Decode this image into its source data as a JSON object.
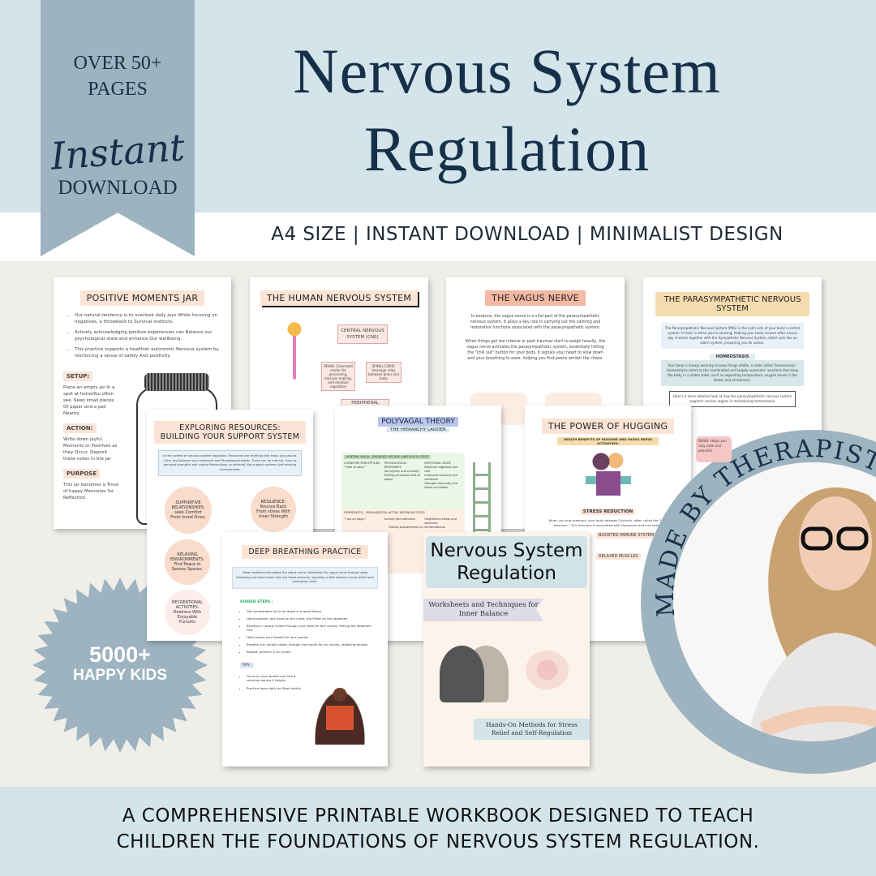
{
  "header": {
    "title_line1": "Nervous System",
    "title_line2": "Regulation",
    "subtitle": "A4 SIZE | INSTANT DOWNLOAD | MINIMALIST DESIGN"
  },
  "ribbon": {
    "line1": "OVER 50+",
    "line2": "PAGES",
    "script": "Instant",
    "line3": "DOWNLOAD"
  },
  "pages": {
    "jar": {
      "title": "POSITIVE MOMENTS JAR",
      "bullets": [
        "Our natural tendency is to overlook daily joys While focusing on negatives, a throwback to Survival instincts.",
        "Actively acknowledging positive experiences can Balance our psychological state and enhance Our wellbeing.",
        "This practice supports a healthier autonomic Nervous system by reinforcing a sense of safety And positivity."
      ],
      "setup_label": "SETUP:",
      "setup": "Place an empty jar In a spot at homeYou often see. Keep small pieces Of paper and a pen Nearby.",
      "action_label": "ACTION:",
      "action": "Write down joyful Moments or Positives as they Occur. Deposit these notes In the jar",
      "purpose_label": "PURPOSE",
      "purpose": "This jar becomes a Trove of happy Memories for Reflection."
    },
    "human": {
      "title": "THE HUMAN NERVOUS SYSTEM",
      "cns": "CENTRAL NERVOUS SYSTEM (CNS)",
      "brain": "BRAIN: Command center for processing, decision making, and emotion regulation",
      "spinal": "SPINAL CORD: message relay between brain and body",
      "peripheral": "PERIPHERAL"
    },
    "vagus": {
      "title": "THE VAGUS NERVE",
      "p1": "In essence, the vagus nerve is a vital part of the parasympathetic nervous system. It plays a key role in carrying out the calming and restorative functions associated with the parasympathetic system.",
      "p2": "When things get too intense or past traumas start to weigh heavily, the vagus nerve activates the parasympathetic system, essentially hitting the \"chill out\" button for your body. It signals your heart to slow down and your breathing to ease, helping you find peace amidst the chaos."
    },
    "para": {
      "title": "THE PARASYMPATHETIC NERVOUS SYSTEM",
      "p1": "The Parasympathetic Nervous System (PNS) is the calm side of your body's control system. It kicks in when you're relaxing, helping your body recover after a busy day. It works together with the Sympathetic Nervous System, which acts like an alarm system, preparing you for action.",
      "homeo": "HOMEOSTASIS",
      "p2": "Your body is always working to keep things stable, a state called 'homeostasis.' Homeostasis refers to the coordinated and largely automatic reactions that keep the body in a stable state, such as regulating temperature, oxygen levels in the blood, and pH balance.",
      "p3": "Here's a more detailed look at how the parasympathetic nervous system supports various organs in maintaining homeostasis:",
      "brain": "BRAIN: Helps you stay calm and peaceful."
    },
    "resources": {
      "title1": "EXPLORING RESOURCES:",
      "title2": "BUILDING YOUR SUPPORT SYSTEM",
      "intro": "In the context of nervous system regulation, Resources are anything that helps you ground, Calm, and balance your emotional and Physiological states. These can be internal, Such as personal strengths and coping Mechanisms, or external, like support systems And relaxing environments.",
      "b1": "SUPPORTIVE RELATIONSHIPS: seek Comfort From loved Ones.",
      "b2": "RESILIENCE: Bounce Back From stress With inner Strength",
      "b3": "RELAXING ENVIRONMENTS: Find Peace in Serene Spaces.",
      "b4": "RECREATIONAL ACTIVITIES: Destress With Enjoyable Pursuits"
    },
    "poly": {
      "title": "POLYVAGAL THEORY",
      "subtitle": "THE HIERARCHY LADDER",
      "ventral": "VENTRAL VAGAL - ENGAGED, SECURE, AND SOCIAL STATE",
      "cols": [
        "COGNITIVE PERCEPTIONS",
        "PHYSIOLOGICAL RESPONSES",
        "EMOTIONAL STATE"
      ],
      "v1": [
        "\"I feel at ease.\"",
        "Set joyfully and curiosity",
        "Balanced digestion and rest"
      ],
      "v2": [
        "Feeling connected and at peace",
        "Improved recovery and resilience",
        "Stronger immunity and blood circulation"
      ],
      "symp": "SYMPATHETIC - MOBILIZATION, ACTIVE DEFENSIVE STATE",
      "s1": [
        "\"I am on edge.\"",
        "Anxiety and alertness",
        "Heightened stress and alertness"
      ],
      "s2": "Feeling overwhelmed or confrontational"
    },
    "hug": {
      "title": "THE POWER OF HUGGING",
      "sub": "HEALTH BENEFITS OF HUGGING AND VAGUS NERVE ACTIVATION:",
      "s1": "STRESS REDUCTION",
      "t1": "When you hug someone, your body releases Oxytocin, often called the \"love hormone.\" This hormone is associated with Happiness and less stress.",
      "s2": "BOOSTED IMMUNE SYSTEM",
      "s3": "RELAXED MUSCLES"
    },
    "breath": {
      "title": "DEEP BREATHING PRACTICE",
      "intro": "Deep breathing stimulates the vagus nerve. Activating the vagus nerve through deep breathing can lower heart rate and blood pressure, signaling a shift toward a more restful and restorative state.",
      "steps_label": "GUIDED STEPS :",
      "steps": [
        "Get comfortable: sit or lie down in a quiet Space.",
        "Hand position: one hand on the chest, the Other on the abdomen.",
        "Breathe in: slowly inhale through your nose for four counts, feeling the abdomen rise.",
        "Hold: pause your breath for four counts.",
        "Breathe out: exhale slowly through the mouth for six counts, releasing tension.",
        "Repeat: perform 5-10 cycles."
      ],
      "tips_label": "TIPS :",
      "tips": [
        "Focus on your breath and Use a calming mantra if Helpful.",
        "Practice twice daily for Best results"
      ]
    },
    "cover": {
      "title1": "Nervous System",
      "title2": "Regulation",
      "sub": "Worksheets and Techniques for Inner Balance",
      "foot": "Hands-On Methods for Stress Relief and Self-Regulation"
    }
  },
  "badge": {
    "number": "5000+",
    "label": "HAPPY KIDS"
  },
  "circle": {
    "arc_text": "MADE BY THERAPISTS"
  },
  "footer": {
    "line1": "A COMPREHENSIVE PRINTABLE WORKBOOK DESIGNED TO TEACH",
    "line2": "CHILDREN THE FOUNDATIONS OF NERVOUS SYSTEM REGULATION."
  },
  "colors": {
    "light_blue": "#d3e5ea",
    "slate_blue": "#9db3bf",
    "navy": "#17304a",
    "peach": "#fbe4d6",
    "beige": "#efeee9"
  }
}
